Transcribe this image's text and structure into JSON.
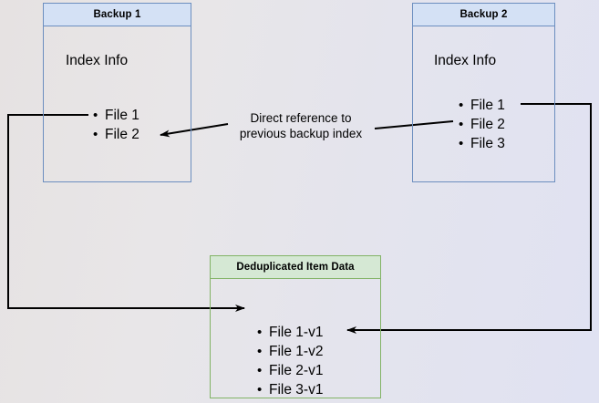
{
  "diagram": {
    "title": "Deduplicated backup index reference diagram",
    "background_gradient_from": "#e6e2e2",
    "background_gradient_to": "#e0e2f2",
    "boxes": [
      {
        "id": "backup1",
        "header": "Backup 1",
        "body_label": "Index Info",
        "border_color": "#6c8ebf",
        "header_fill": "#d4e1f5",
        "items": [
          "File 1",
          "File 2"
        ]
      },
      {
        "id": "backup2",
        "header": "Backup 2",
        "body_label": "Index Info",
        "border_color": "#6c8ebf",
        "header_fill": "#d4e1f5",
        "items": [
          "File 1",
          "File 2",
          "File 3"
        ]
      },
      {
        "id": "dedup",
        "header": "Deduplicated Item Data",
        "border_color": "#82b366",
        "header_fill": "#d5e8d4",
        "items": [
          "File 1-v1",
          "File 1-v2",
          "File 2-v1",
          "File 3-v1"
        ]
      }
    ],
    "annotations": [
      {
        "id": "direct-reference",
        "text": "Direct reference to\nprevious backup index"
      }
    ],
    "connectors": [
      {
        "id": "backup1-file1-to-dedup",
        "from": "Backup 1 / File 1",
        "to": "Deduplicated Item Data / File 1-v1"
      },
      {
        "id": "backup2-file1-to-dedup",
        "from": "Backup 2 / File 1",
        "to": "Deduplicated Item Data / File 1-v2"
      },
      {
        "id": "backup2-file2-to-backup1-file2",
        "from": "Backup 2 / File 2",
        "to": "Backup 1 / File 2"
      }
    ]
  }
}
